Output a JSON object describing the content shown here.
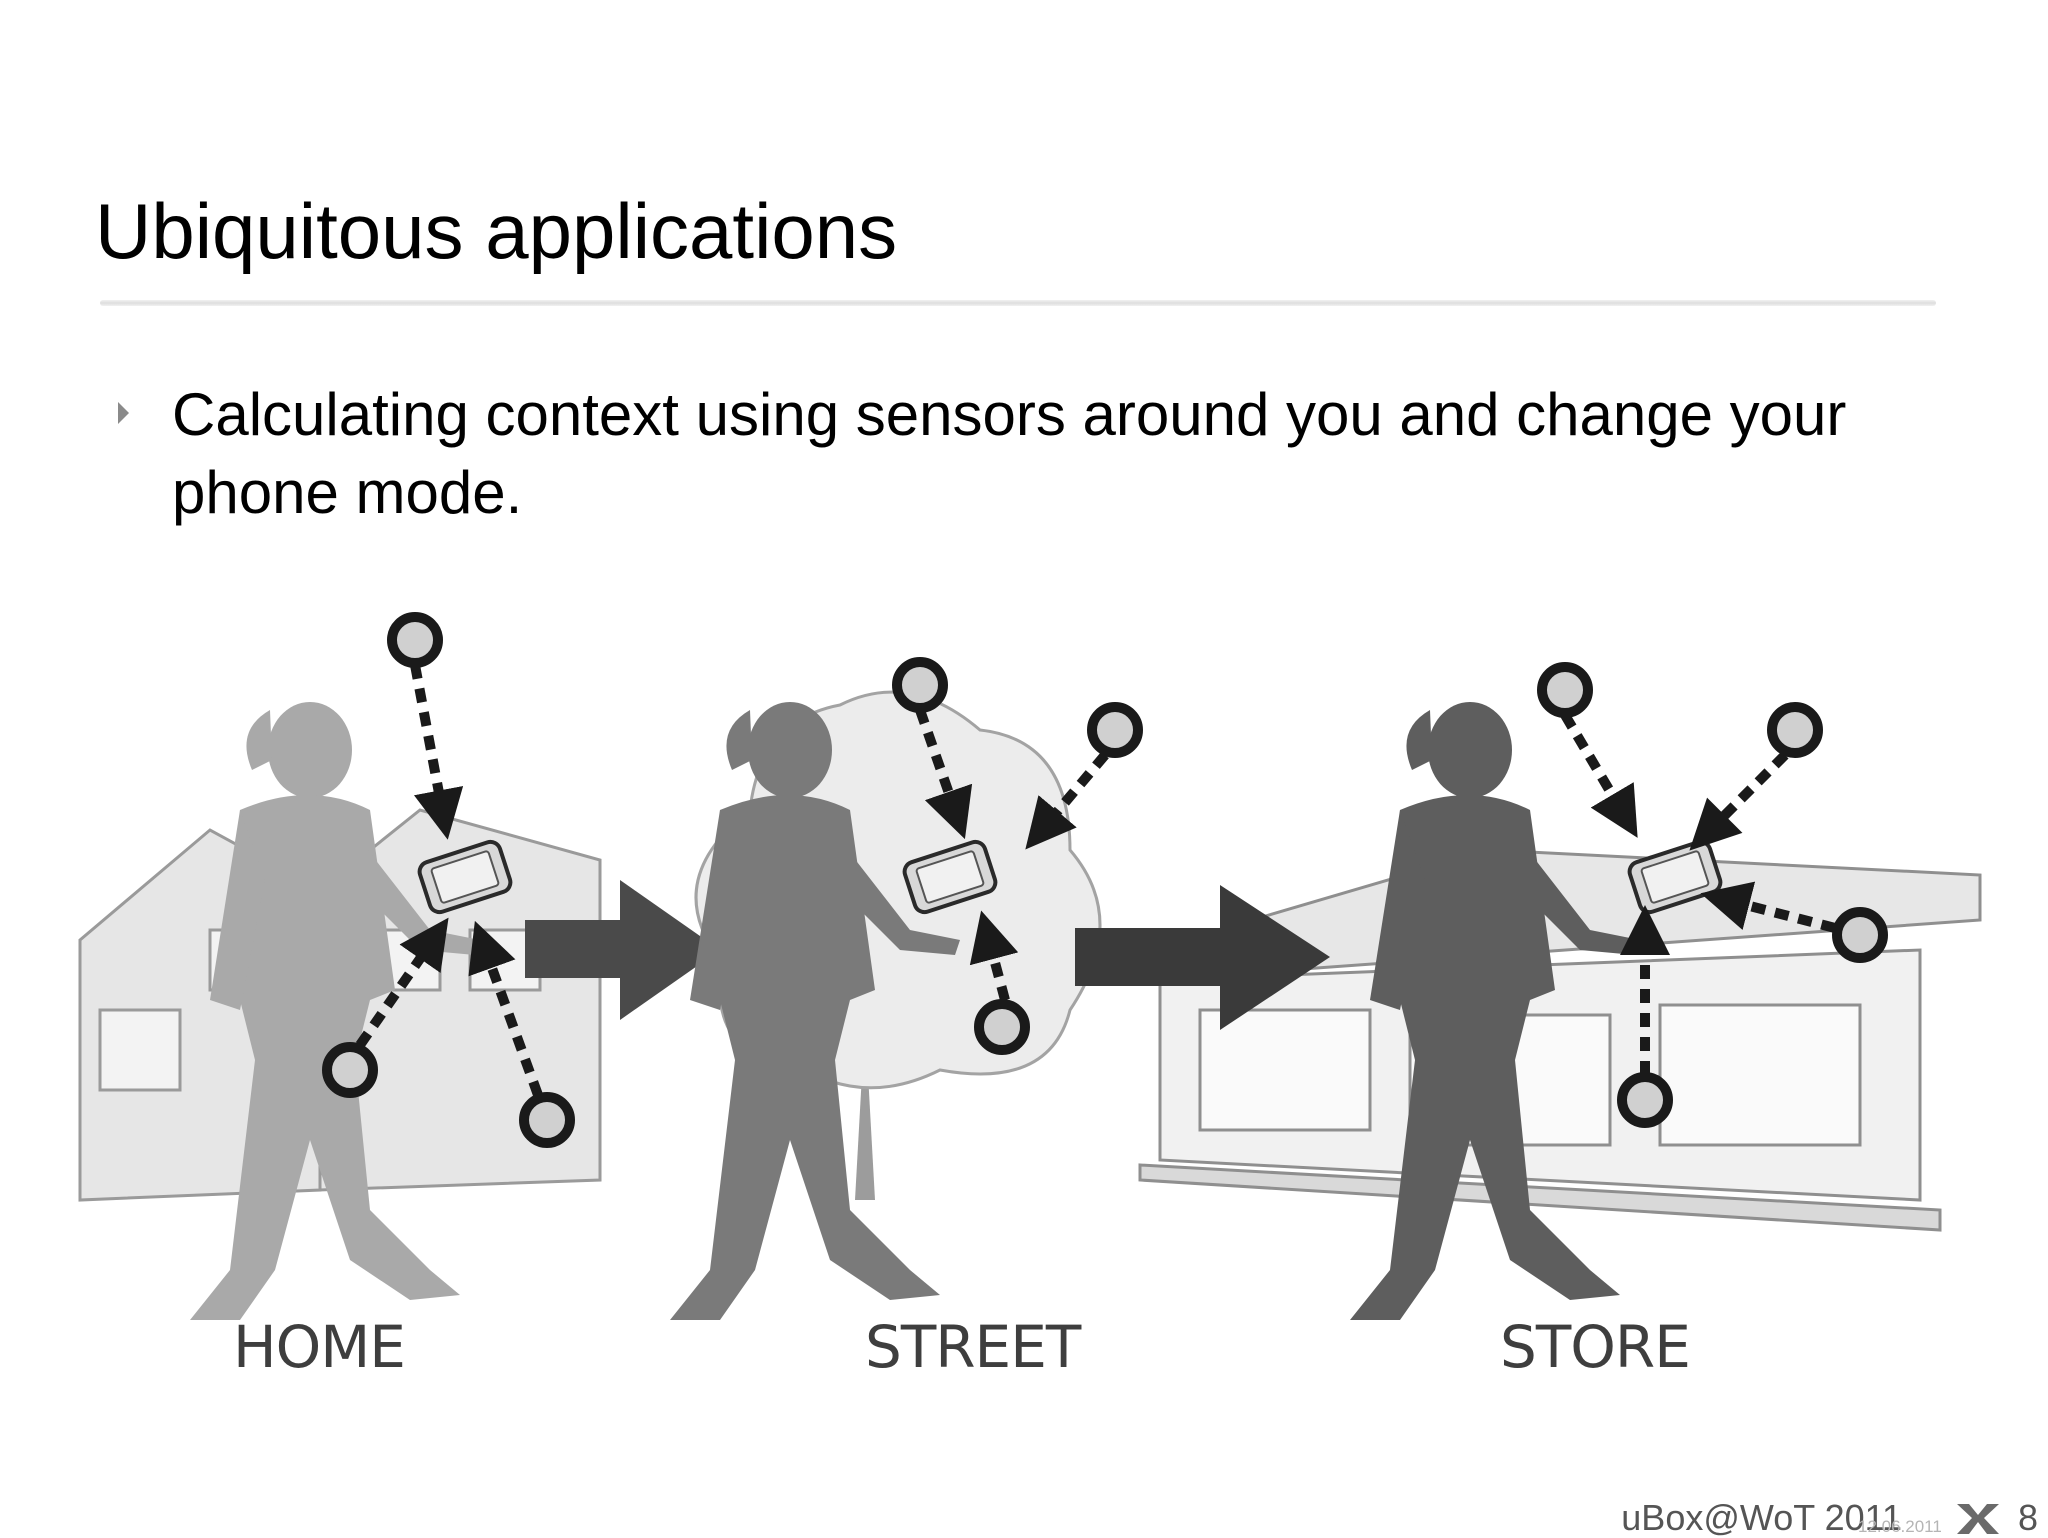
{
  "slide": {
    "title": "Ubiquitous applications",
    "bullets": [
      "Calculating context using sensors around you and change your phone mode."
    ]
  },
  "illustration": {
    "scenes": [
      "HOME",
      "STREET",
      "STORE"
    ]
  },
  "footer": {
    "text": "uBox@WoT 2011",
    "date": "12.06.2011",
    "page_number": "8",
    "logo_icon": "x-logo-icon"
  }
}
